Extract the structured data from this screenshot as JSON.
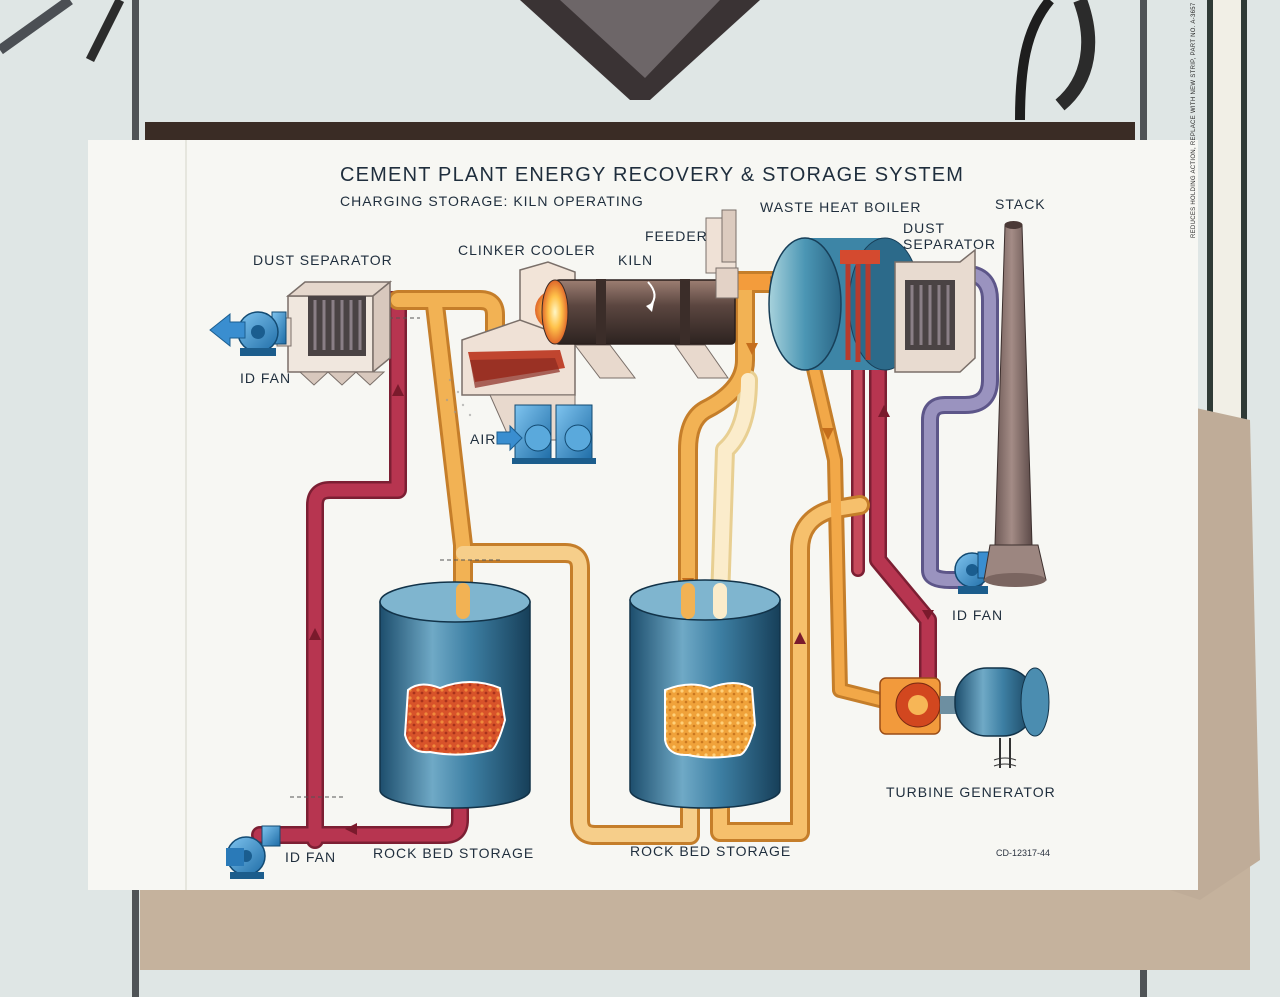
{
  "title": "CEMENT PLANT ENERGY RECOVERY & STORAGE SYSTEM",
  "subtitle": "CHARGING STORAGE: KILN OPERATING",
  "labels": {
    "dust_separator_left": "DUST SEPARATOR",
    "id_fan_top_left": "ID FAN",
    "clinker_cooler": "CLINKER COOLER",
    "feeder": "FEEDER",
    "kiln": "KILN",
    "air": "AIR",
    "waste_heat_boiler": "WASTE HEAT BOILER",
    "dust_separator_right_line1": "DUST",
    "dust_separator_right_line2": "SEPARATOR",
    "stack": "STACK",
    "id_fan_right": "ID FAN",
    "turbine_generator": "TURBINE GENERATOR",
    "id_fan_bottom_left": "ID FAN",
    "rock_bed_storage_left": "ROCK BED STORAGE",
    "rock_bed_storage_right": "ROCK BED STORAGE",
    "drawing_code": "CD-12317-44"
  },
  "tape_label": "REDUCES HOLDING ACTION, REPLACE WITH NEW STRIP, PART NO. A-3657",
  "colors": {
    "hot_gas_pipe": "#b73550",
    "warm_gas_pipe": "#f2b254",
    "exhaust_pipe": "#8f86b0",
    "storage_tank": "#2f6f93",
    "fan": "#2b86c4",
    "poster": "#f7f7f3"
  }
}
